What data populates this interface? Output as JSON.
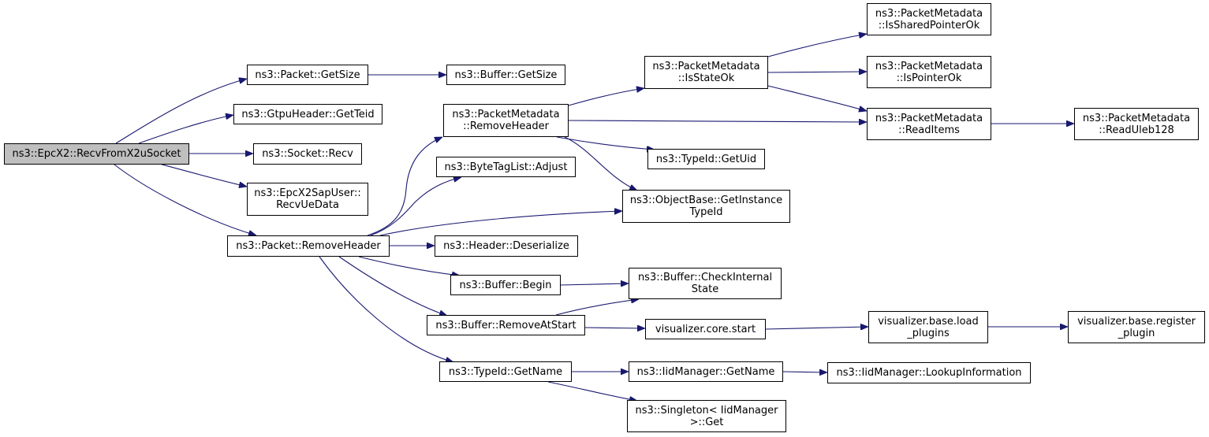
{
  "colors": {
    "edge": "#191970",
    "node_border": "#000000",
    "node_fill": "#ffffff",
    "root_fill": "#bfbfbf"
  },
  "nodes": {
    "epcx2_recvfromx2usocket": {
      "lines": [
        "ns3::EpcX2::RecvFromX2uSocket"
      ]
    },
    "packet_getsize": {
      "lines": [
        "ns3::Packet::GetSize"
      ]
    },
    "buffer_getsize": {
      "lines": [
        "ns3::Buffer::GetSize"
      ]
    },
    "gtpuheader_getteid": {
      "lines": [
        "ns3::GtpuHeader::GetTeid"
      ]
    },
    "socket_recv": {
      "lines": [
        "ns3::Socket::Recv"
      ]
    },
    "epcx2sapuser_recvuedata": {
      "lines": [
        "ns3::EpcX2SapUser::",
        "RecvUeData"
      ]
    },
    "packet_removeheader": {
      "lines": [
        "ns3::Packet::RemoveHeader"
      ]
    },
    "packetmetadata_removeheader": {
      "lines": [
        "ns3::PacketMetadata",
        "::RemoveHeader"
      ]
    },
    "bytetaglist_adjust": {
      "lines": [
        "ns3::ByteTagList::Adjust"
      ]
    },
    "header_deserialize": {
      "lines": [
        "ns3::Header::Deserialize"
      ]
    },
    "buffer_begin": {
      "lines": [
        "ns3::Buffer::Begin"
      ]
    },
    "buffer_removeatstart": {
      "lines": [
        "ns3::Buffer::RemoveAtStart"
      ]
    },
    "typeid_getname": {
      "lines": [
        "ns3::TypeId::GetName"
      ]
    },
    "packetmetadata_isstateok": {
      "lines": [
        "ns3::PacketMetadata",
        "::IsStateOk"
      ]
    },
    "typeid_getuid": {
      "lines": [
        "ns3::TypeId::GetUid"
      ]
    },
    "objectbase_getinstancetypeid": {
      "lines": [
        "ns3::ObjectBase::GetInstance",
        "TypeId"
      ]
    },
    "buffer_checkinternalstate": {
      "lines": [
        "ns3::Buffer::CheckInternal",
        "State"
      ]
    },
    "visualizer_core_start": {
      "lines": [
        "visualizer.core.start"
      ]
    },
    "iidmanager_getname": {
      "lines": [
        "ns3::IidManager::GetName"
      ]
    },
    "singleton_iidmanager_get": {
      "lines": [
        "ns3::Singleton< IidManager",
        ">::Get"
      ]
    },
    "packetmetadata_issharedpointerok": {
      "lines": [
        "ns3::PacketMetadata",
        "::IsSharedPointerOk"
      ]
    },
    "packetmetadata_ispointerok": {
      "lines": [
        "ns3::PacketMetadata",
        "::IsPointerOk"
      ]
    },
    "packetmetadata_readitems": {
      "lines": [
        "ns3::PacketMetadata",
        "::ReadItems"
      ]
    },
    "packetmetadata_readuleb128": {
      "lines": [
        "ns3::PacketMetadata",
        "::ReadUleb128"
      ]
    },
    "visualizer_base_load_plugins": {
      "lines": [
        "visualizer.base.load",
        "_plugins"
      ]
    },
    "visualizer_base_register_plugin": {
      "lines": [
        "visualizer.base.register",
        "_plugin"
      ]
    },
    "iidmanager_lookupinformation": {
      "lines": [
        "ns3::IidManager::LookupInformation"
      ]
    }
  }
}
